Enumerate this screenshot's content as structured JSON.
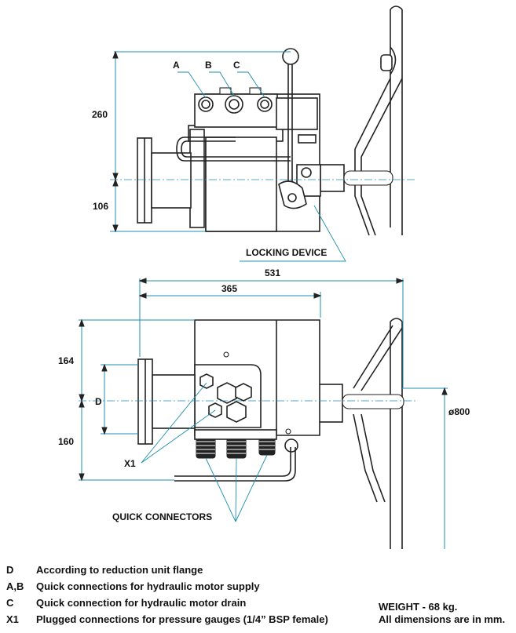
{
  "top_view": {
    "callouts": {
      "a": "A",
      "b": "B",
      "c": "C"
    },
    "dim_260": "260",
    "dim_106": "106",
    "locking_device": "LOCKING DEVICE"
  },
  "front_view": {
    "dim_531": "531",
    "dim_365": "365",
    "dim_164": "164",
    "dim_d": "D",
    "dim_160": "160",
    "x1": "X1",
    "quick_connectors": "QUICK CONNECTORS",
    "dia_800": "ø800"
  },
  "legend": [
    {
      "key": "D",
      "desc": "According to reduction unit flange"
    },
    {
      "key": "A,B",
      "desc": "Quick connections for hydraulic motor supply"
    },
    {
      "key": "C",
      "desc": "Quick connection for hydraulic motor drain"
    },
    {
      "key": "X1",
      "desc": "Plugged connections for pressure gauges (1/4” BSP female)"
    }
  ],
  "notes": {
    "weight": "WEIGHT - 68 kg.",
    "units": "All dimensions are in mm."
  }
}
